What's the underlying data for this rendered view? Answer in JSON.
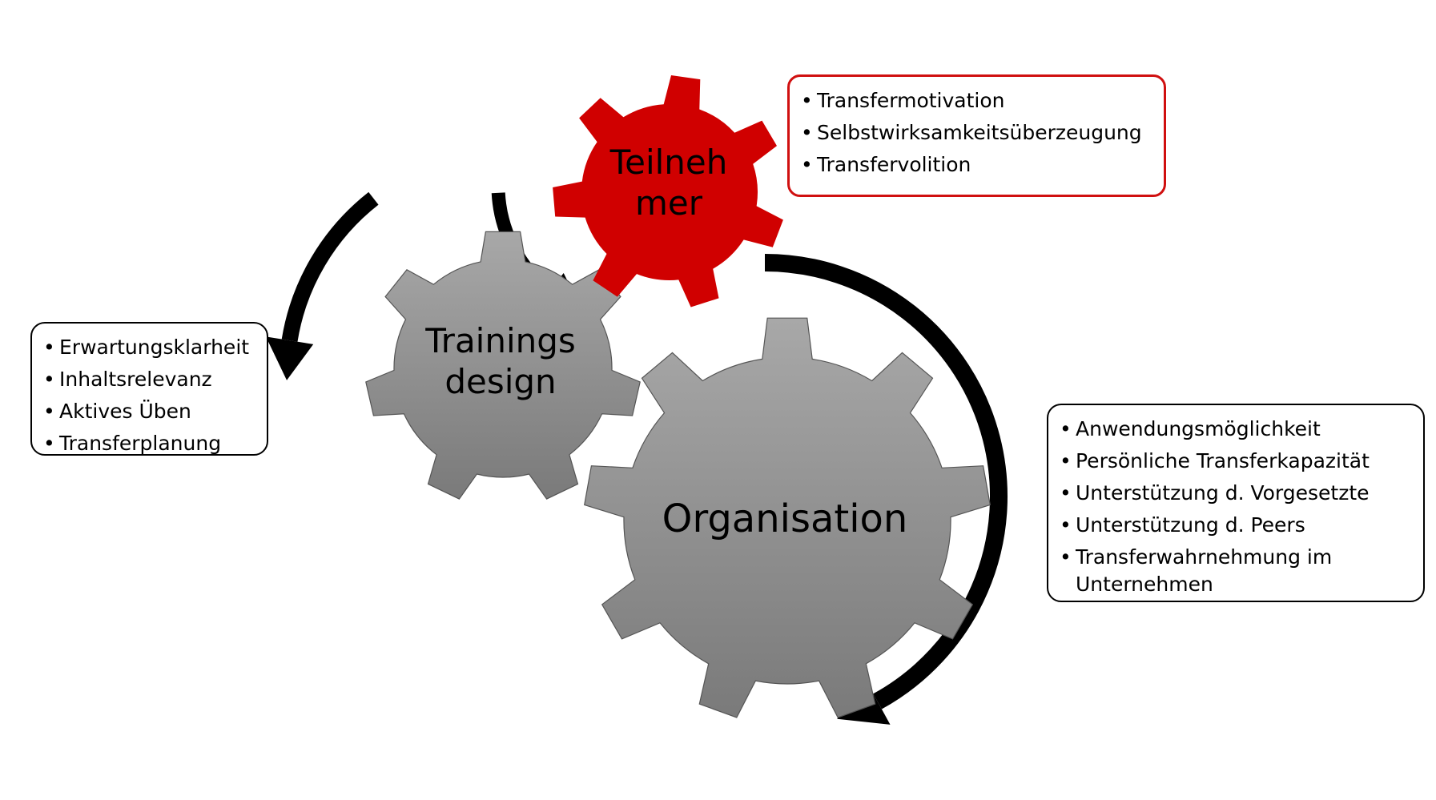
{
  "gears": {
    "teilnehmer": {
      "label": "Teilneh mer",
      "color": "#d00000"
    },
    "trainings": {
      "label": "Trainings design",
      "color": "#909090"
    },
    "organisation": {
      "label": "Organisation",
      "color": "#8c8c8c"
    }
  },
  "boxes": {
    "teilnehmer": {
      "border_color": "#d01010",
      "items": [
        "Transfermotivation",
        "Selbstwirksamkeitsüberzeugung",
        "Transfervolition"
      ]
    },
    "trainings": {
      "border_color": "#000000",
      "items": [
        "Erwartungsklarheit",
        "Inhaltsrelevanz",
        "Aktives Üben",
        "Transferplanung"
      ]
    },
    "organisation": {
      "border_color": "#000000",
      "items": [
        "Anwendungsmöglichkeit",
        "Persönliche Transferkapazität",
        "Unterstützung d. Vorgesetzte",
        "Unterstützung d. Peers",
        "Transferwahrnehmung im Unternehmen"
      ]
    }
  },
  "arrows": {
    "color": "#000000",
    "count": 3
  }
}
